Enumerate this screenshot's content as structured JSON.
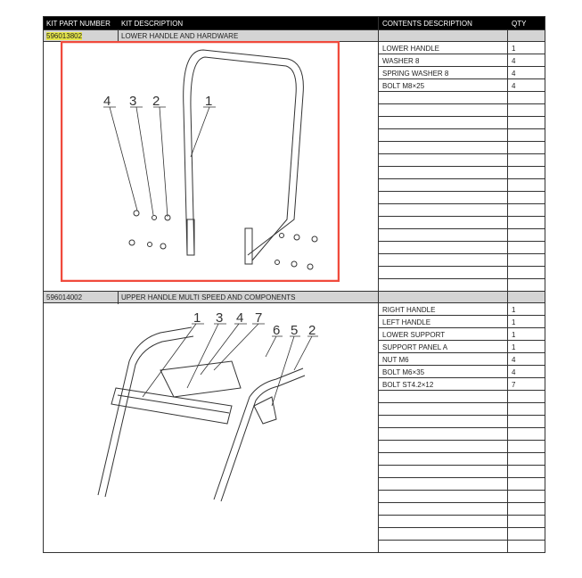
{
  "header": {
    "kit_part_number": "KIT PART NUMBER",
    "kit_description": "KIT DESCRIPTION",
    "contents_description": "CONTENTS DESCRIPTION",
    "qty": "QTY"
  },
  "kits": [
    {
      "part_number": "596013802",
      "description": "LOWER HANDLE AND HARDWARE",
      "contents": [
        {
          "desc": "LOWER HANDLE",
          "qty": "1"
        },
        {
          "desc": "WASHER 8",
          "qty": "4"
        },
        {
          "desc": "SPRING WASHER 8",
          "qty": "4"
        },
        {
          "desc": "BOLT M8×25",
          "qty": "4"
        }
      ],
      "callouts": [
        "4",
        "3",
        "2",
        "1"
      ]
    },
    {
      "part_number": "596014002",
      "description": "UPPER HANDLE MULTI SPEED AND COMPONENTS",
      "contents": [
        {
          "desc": "RIGHT HANDLE",
          "qty": "1"
        },
        {
          "desc": "LEFT HANDLE",
          "qty": "1"
        },
        {
          "desc": "LOWER SUPPORT",
          "qty": "1"
        },
        {
          "desc": "SUPPORT PANEL A",
          "qty": "1"
        },
        {
          "desc": "NUT M6",
          "qty": "4"
        },
        {
          "desc": "BOLT M6×35",
          "qty": "4"
        },
        {
          "desc": "BOLT ST4.2×12",
          "qty": "7"
        }
      ],
      "callouts": [
        "1",
        "3",
        "4",
        "7",
        "6",
        "5",
        "2"
      ]
    }
  ],
  "colors": {
    "highlight": "#e6e64a",
    "selection_box": "#f04a3c"
  }
}
